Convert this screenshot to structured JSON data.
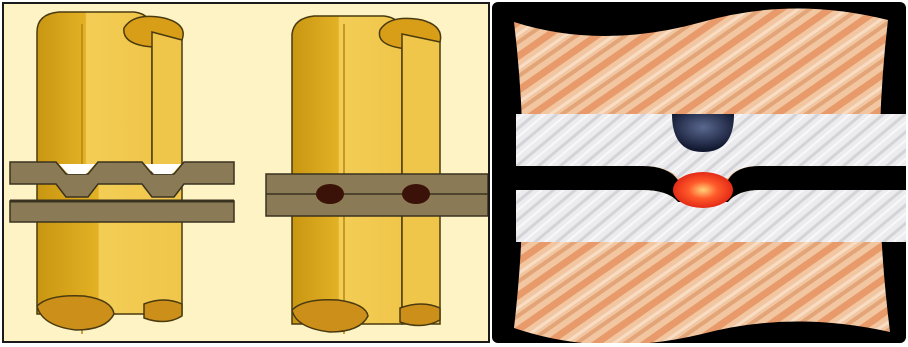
{
  "figure": {
    "left_panel": {
      "electrodes": 2,
      "sheets_per_electrode": 2,
      "contacts_per_pair": 2,
      "states": [
        "before-welding",
        "after-welding"
      ]
    },
    "right_panel": {
      "view": "cross-section",
      "elements": [
        "upper-sheet",
        "lower-sheet",
        "weld-nugget",
        "indentation"
      ]
    }
  },
  "colors": {
    "electrode_light": "#f2c94c",
    "electrode_mid": "#e0ad1f",
    "electrode_dark": "#c28f10",
    "electrode_top": "#d99e18",
    "electrode_bottom": "#cc8f1a",
    "sheet": "#8a7a55",
    "sheet_outline": "#3a3220",
    "nugget_left": "#3a1208",
    "background_left": "#fdf3c4",
    "nugget_right": "#e82a1a",
    "dome": "#1b2340",
    "outer_frame": "#000000"
  }
}
